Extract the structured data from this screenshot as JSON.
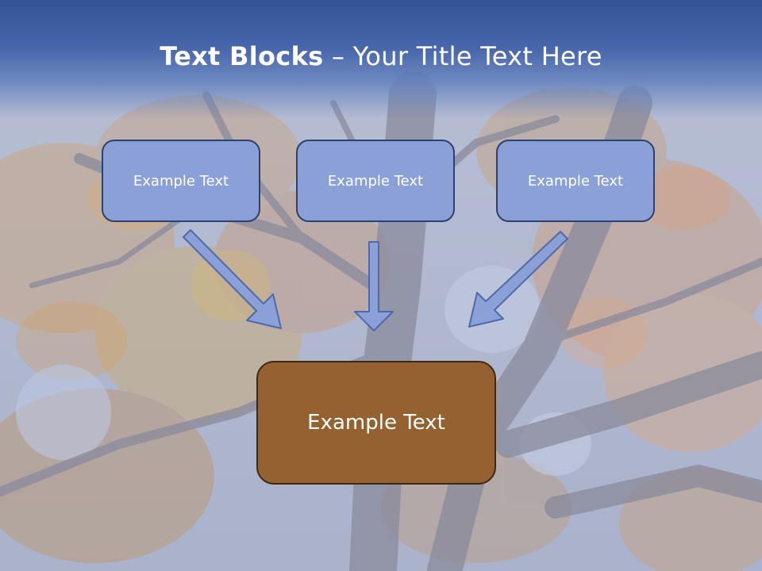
{
  "slide": {
    "title_bold": "Text Blocks",
    "title_sep": " – ",
    "title_rest": "Your Title Text Here"
  },
  "blocks": {
    "top_left": "Example Text",
    "top_center": "Example Text",
    "top_right": "Example Text",
    "main": "Example Text"
  },
  "colors": {
    "header": "#3f5fa6",
    "top_box_fill": "#8aa0d6",
    "top_box_border": "#2b4271",
    "main_box_fill": "#956130",
    "main_box_border": "#3e2a14",
    "arrow_fill": "#8aa0d6",
    "arrow_stroke": "#4e6aa8"
  }
}
